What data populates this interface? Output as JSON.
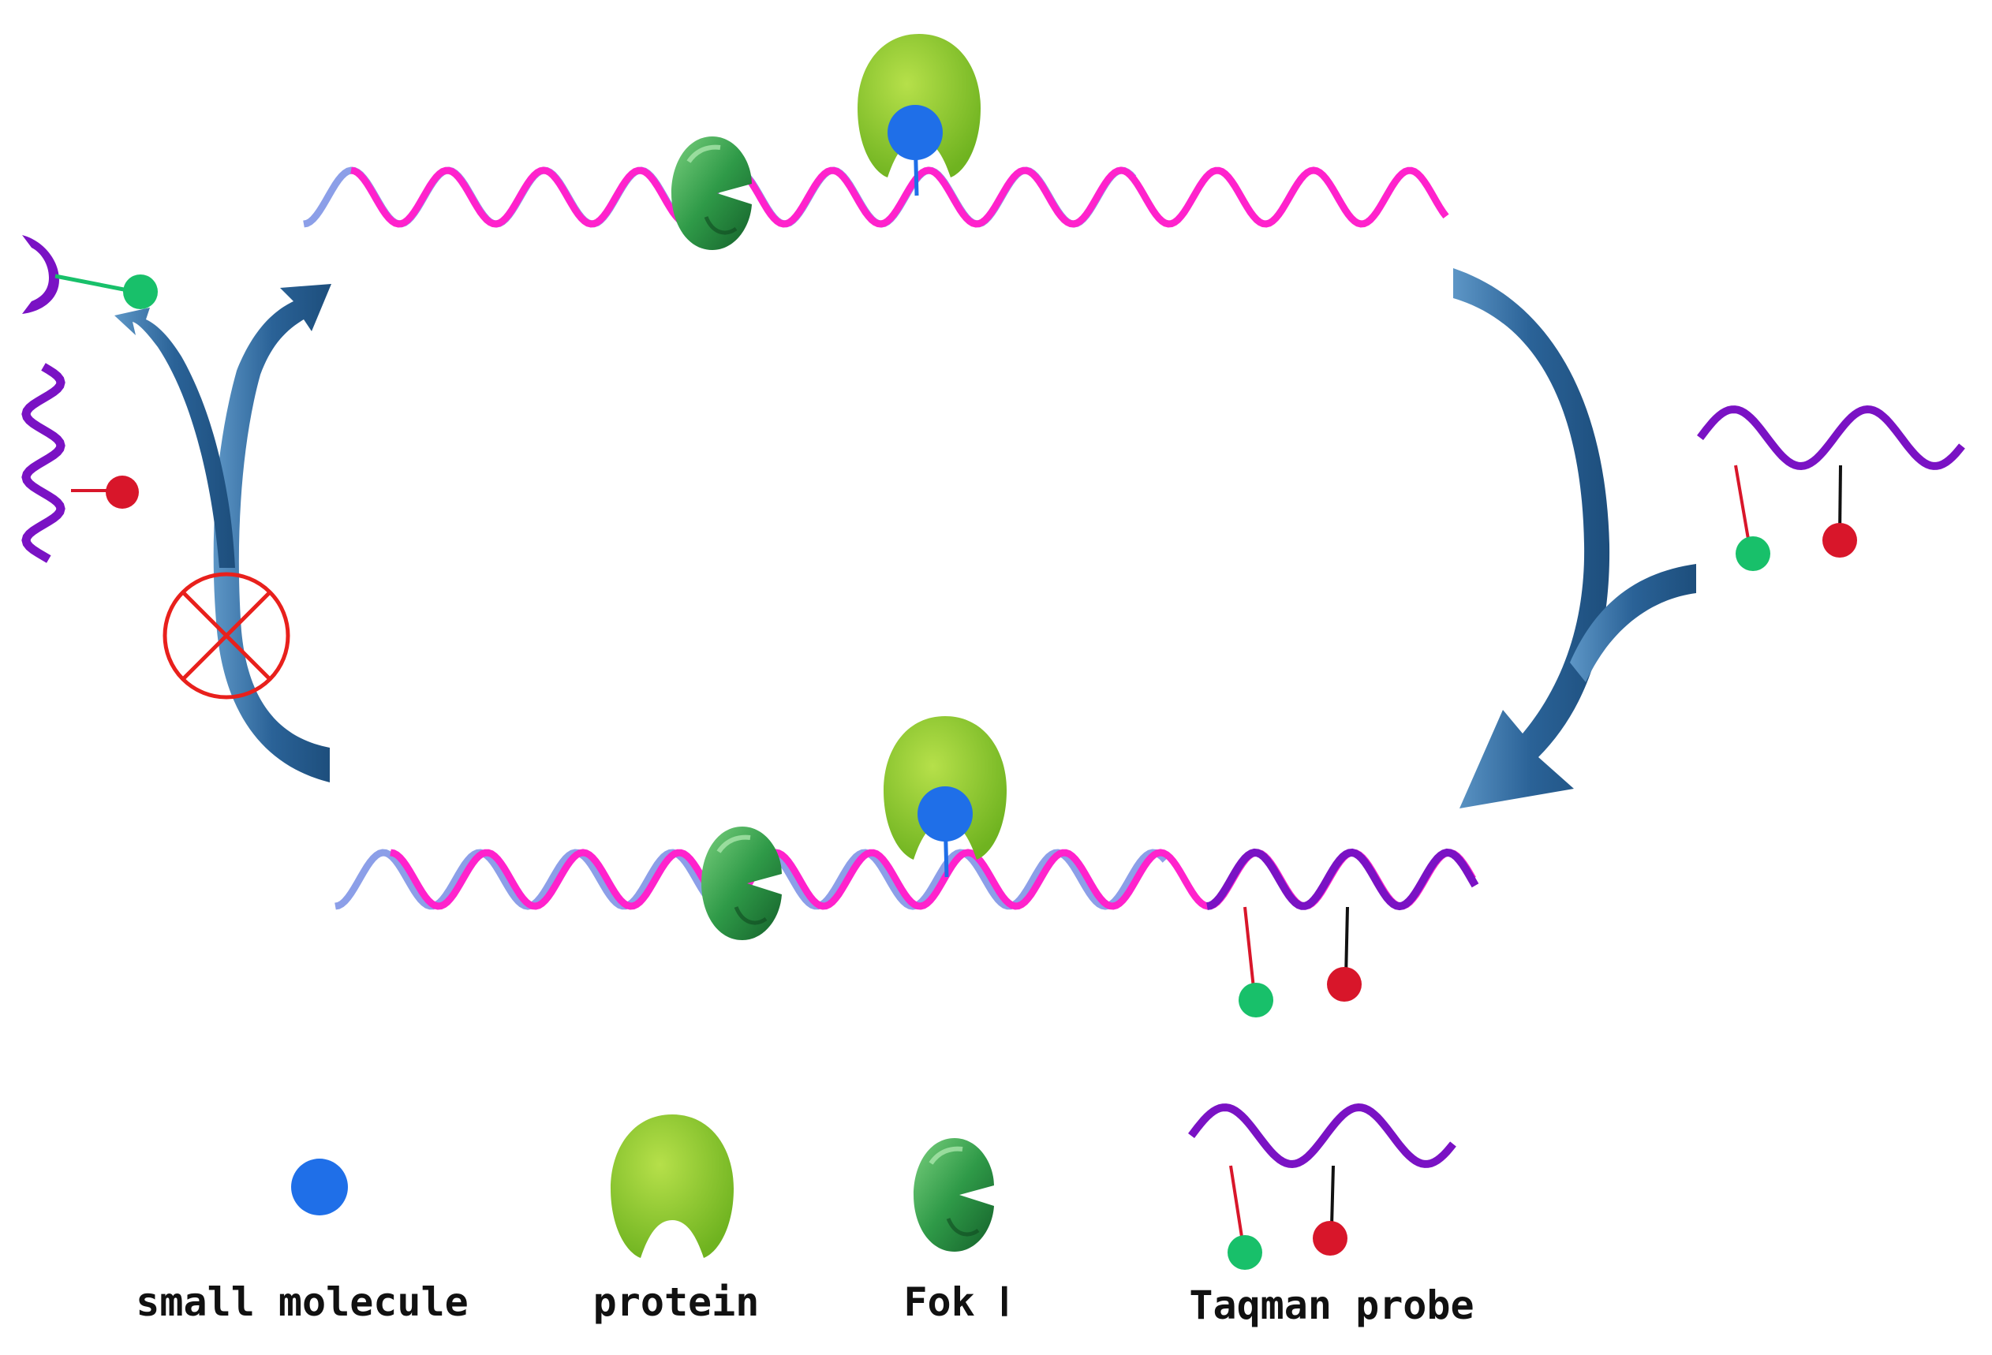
{
  "colors": {
    "strand_pink": "#ff22cc",
    "strand_blue": "#8c9fe8",
    "probe_purple": "#7a12c4",
    "arrow_blue": "#2e6a9e",
    "small_molecule": "#1f6fe8",
    "protein_green": "#8ccc2a",
    "foki_green": "#2e9a4a",
    "reporter_green": "#18c06a",
    "quencher_red": "#d8162a",
    "inhibit_red": "#e8201c"
  },
  "legend": {
    "small_molecule": "small molecule",
    "protein": "protein",
    "foki": "Fok Ⅰ",
    "taqman_probe": "Taqman probe"
  },
  "icons": {
    "small_molecule": "blue-dot-icon",
    "protein": "horseshoe-icon",
    "foki": "pacman-enzyme-icon",
    "probe": "wavy-strand-icon",
    "inhibit": "crossed-circle-icon"
  }
}
